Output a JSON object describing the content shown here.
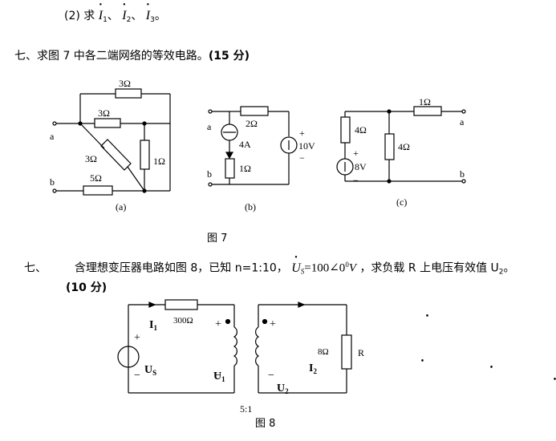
{
  "q2_line": {
    "prefix": "(2) 求",
    "i1": "I",
    "i1_sub": "1",
    "sep1": "、",
    "i2": "I",
    "i2_sub": "2",
    "sep2": "、",
    "i3": "I",
    "i3_sub": "3",
    "end": "。"
  },
  "section7a": {
    "heading": "七、求图 7 中各二端网络的等效电路。",
    "score": "(15 分)"
  },
  "fig7": {
    "caption": "图 7",
    "a": {
      "label": "(a)",
      "r_top": "3Ω",
      "r_mid": "3Ω",
      "r_diag": "3Ω",
      "r_right": "1Ω",
      "r_bottom": "5Ω",
      "term_a": "a",
      "term_b": "b"
    },
    "b": {
      "label": "(b)",
      "term_a": "a",
      "term_b": "b",
      "r_top": "2Ω",
      "current_source": "4A",
      "r_left": "1Ω",
      "voltage_source": "10V",
      "plus": "+",
      "minus": "−"
    },
    "c": {
      "label": "(c)",
      "r_left": "4Ω",
      "r_mid": "4Ω",
      "r_top": "1Ω",
      "voltage_source": "8V",
      "plus": "+",
      "minus": "−",
      "term_a": "a",
      "term_b": "b"
    }
  },
  "section7b": {
    "num": "七、",
    "text_before": "含理想变压器电路如图 8，已知 n=1:10，",
    "us_symbol": "U",
    "us_sub": "S",
    "us_value": "=100∠0",
    "us_sup": "0",
    "us_unit": "V",
    "text_after": "，求负载 R 上电压有效值 U",
    "u2_sub": "2",
    "end": "。",
    "score": "(10 分)"
  },
  "fig8": {
    "caption": "图 8",
    "ratio": "5:1",
    "resistor": "300Ω",
    "i1": "I",
    "i1_sub": "1",
    "i2": "I",
    "i2_sub": "2",
    "u1": "U",
    "u1_sub": "1",
    "u2": "U",
    "u2_sub": "2",
    "us": "U",
    "us_sub": "S",
    "load_value": "8Ω",
    "load_name": "R",
    "plus": "+",
    "minus": "−"
  }
}
